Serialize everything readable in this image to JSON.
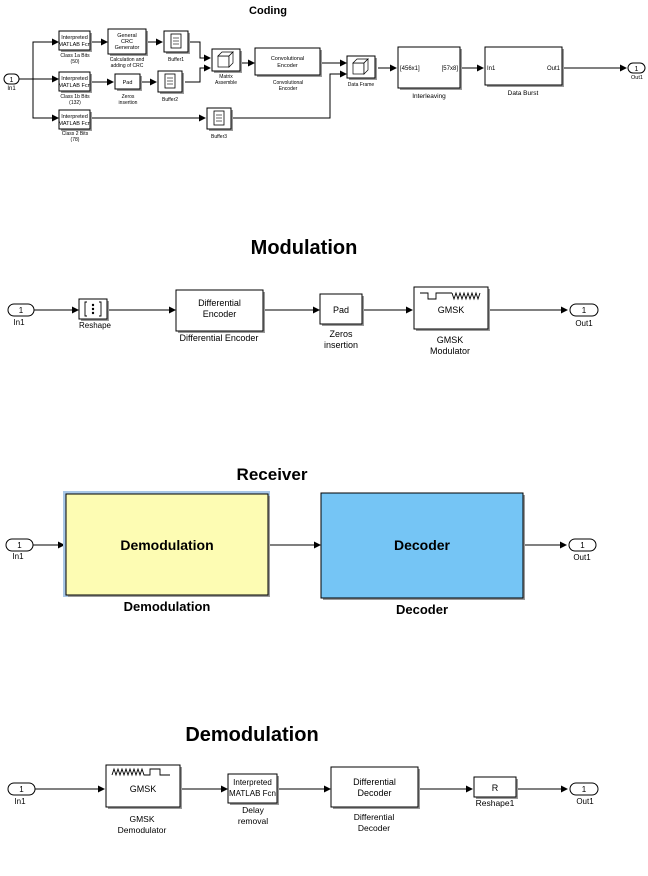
{
  "coding": {
    "title": "Coding",
    "in_port": {
      "number": "1",
      "label": "In1"
    },
    "out_port": {
      "number": "1",
      "label": "Out1"
    },
    "fcn1": {
      "line1": "Interpreted",
      "line2": "MATLAB Fcn",
      "cap1": "Class 1a Bits",
      "cap2": "(50)"
    },
    "fcn2": {
      "line1": "Interpreted",
      "line2": "MATLAB Fcn",
      "cap1": "Class 1b Bits",
      "cap2": "(132)"
    },
    "fcn3": {
      "line1": "Interpreted",
      "line2": "MATLAB Fcn",
      "cap1": "Class 2 Bits",
      "cap2": "(78)"
    },
    "crc": {
      "line1": "General",
      "line2": "CRC",
      "line3": "Generator",
      "cap1": "Calculation and",
      "cap2": "adding of CRC"
    },
    "pad": {
      "text": "Pad",
      "cap1": "Zeros",
      "cap2": "insertion"
    },
    "buffer1": {
      "label": "Buffer1"
    },
    "buffer2": {
      "label": "Buffer2"
    },
    "buffer3": {
      "label": "Buffer3"
    },
    "matrix": {
      "cap1": "Matrix",
      "cap2": "Assemble"
    },
    "conv": {
      "line1": "Convolutional",
      "line2": "Encoder",
      "cap1": "Convolutional",
      "cap2": "Encoder"
    },
    "frame": {
      "label": "Data Frame"
    },
    "interleave": {
      "left": "[456x1]",
      "right": "[57x8]",
      "label": "Interleaving"
    },
    "burst": {
      "left": "In1",
      "right": "Out1",
      "label": "Data Burst"
    }
  },
  "modulation": {
    "title": "Modulation",
    "in_port": {
      "number": "1",
      "label": "In1"
    },
    "out_port": {
      "number": "1",
      "label": "Out1"
    },
    "reshape": {
      "label": "Reshape"
    },
    "diff_enc": {
      "line1": "Differential",
      "line2": "Encoder",
      "label": "Differential Encoder"
    },
    "pad": {
      "text": "Pad",
      "cap1": "Zeros",
      "cap2": "insertion"
    },
    "gmsk": {
      "text": "GMSK",
      "cap1": "GMSK",
      "cap2": "Modulator"
    }
  },
  "receiver": {
    "title": "Receiver",
    "in_port": {
      "number": "1",
      "label": "In1"
    },
    "out_port": {
      "number": "1",
      "label": "Out1"
    },
    "demod": {
      "text": "Demodulation",
      "label": "Demodulation",
      "color": "#fdfcb3"
    },
    "decoder": {
      "text": "Decoder",
      "label": "Decoder",
      "color": "#75c5f5"
    }
  },
  "demodulation": {
    "title": "Demodulation",
    "in_port": {
      "number": "1",
      "label": "In1"
    },
    "out_port": {
      "number": "1",
      "label": "Out1"
    },
    "gmsk": {
      "text": "GMSK",
      "cap1": "GMSK",
      "cap2": "Demodulator"
    },
    "fcn": {
      "line1": "Interpreted",
      "line2": "MATLAB Fcn",
      "cap1": "Delay",
      "cap2": "removal"
    },
    "diff_dec": {
      "line1": "Differential",
      "line2": "Decoder",
      "cap1": "Differential",
      "cap2": "Decoder"
    },
    "reshape": {
      "text": "R",
      "label": "Reshape1"
    }
  }
}
